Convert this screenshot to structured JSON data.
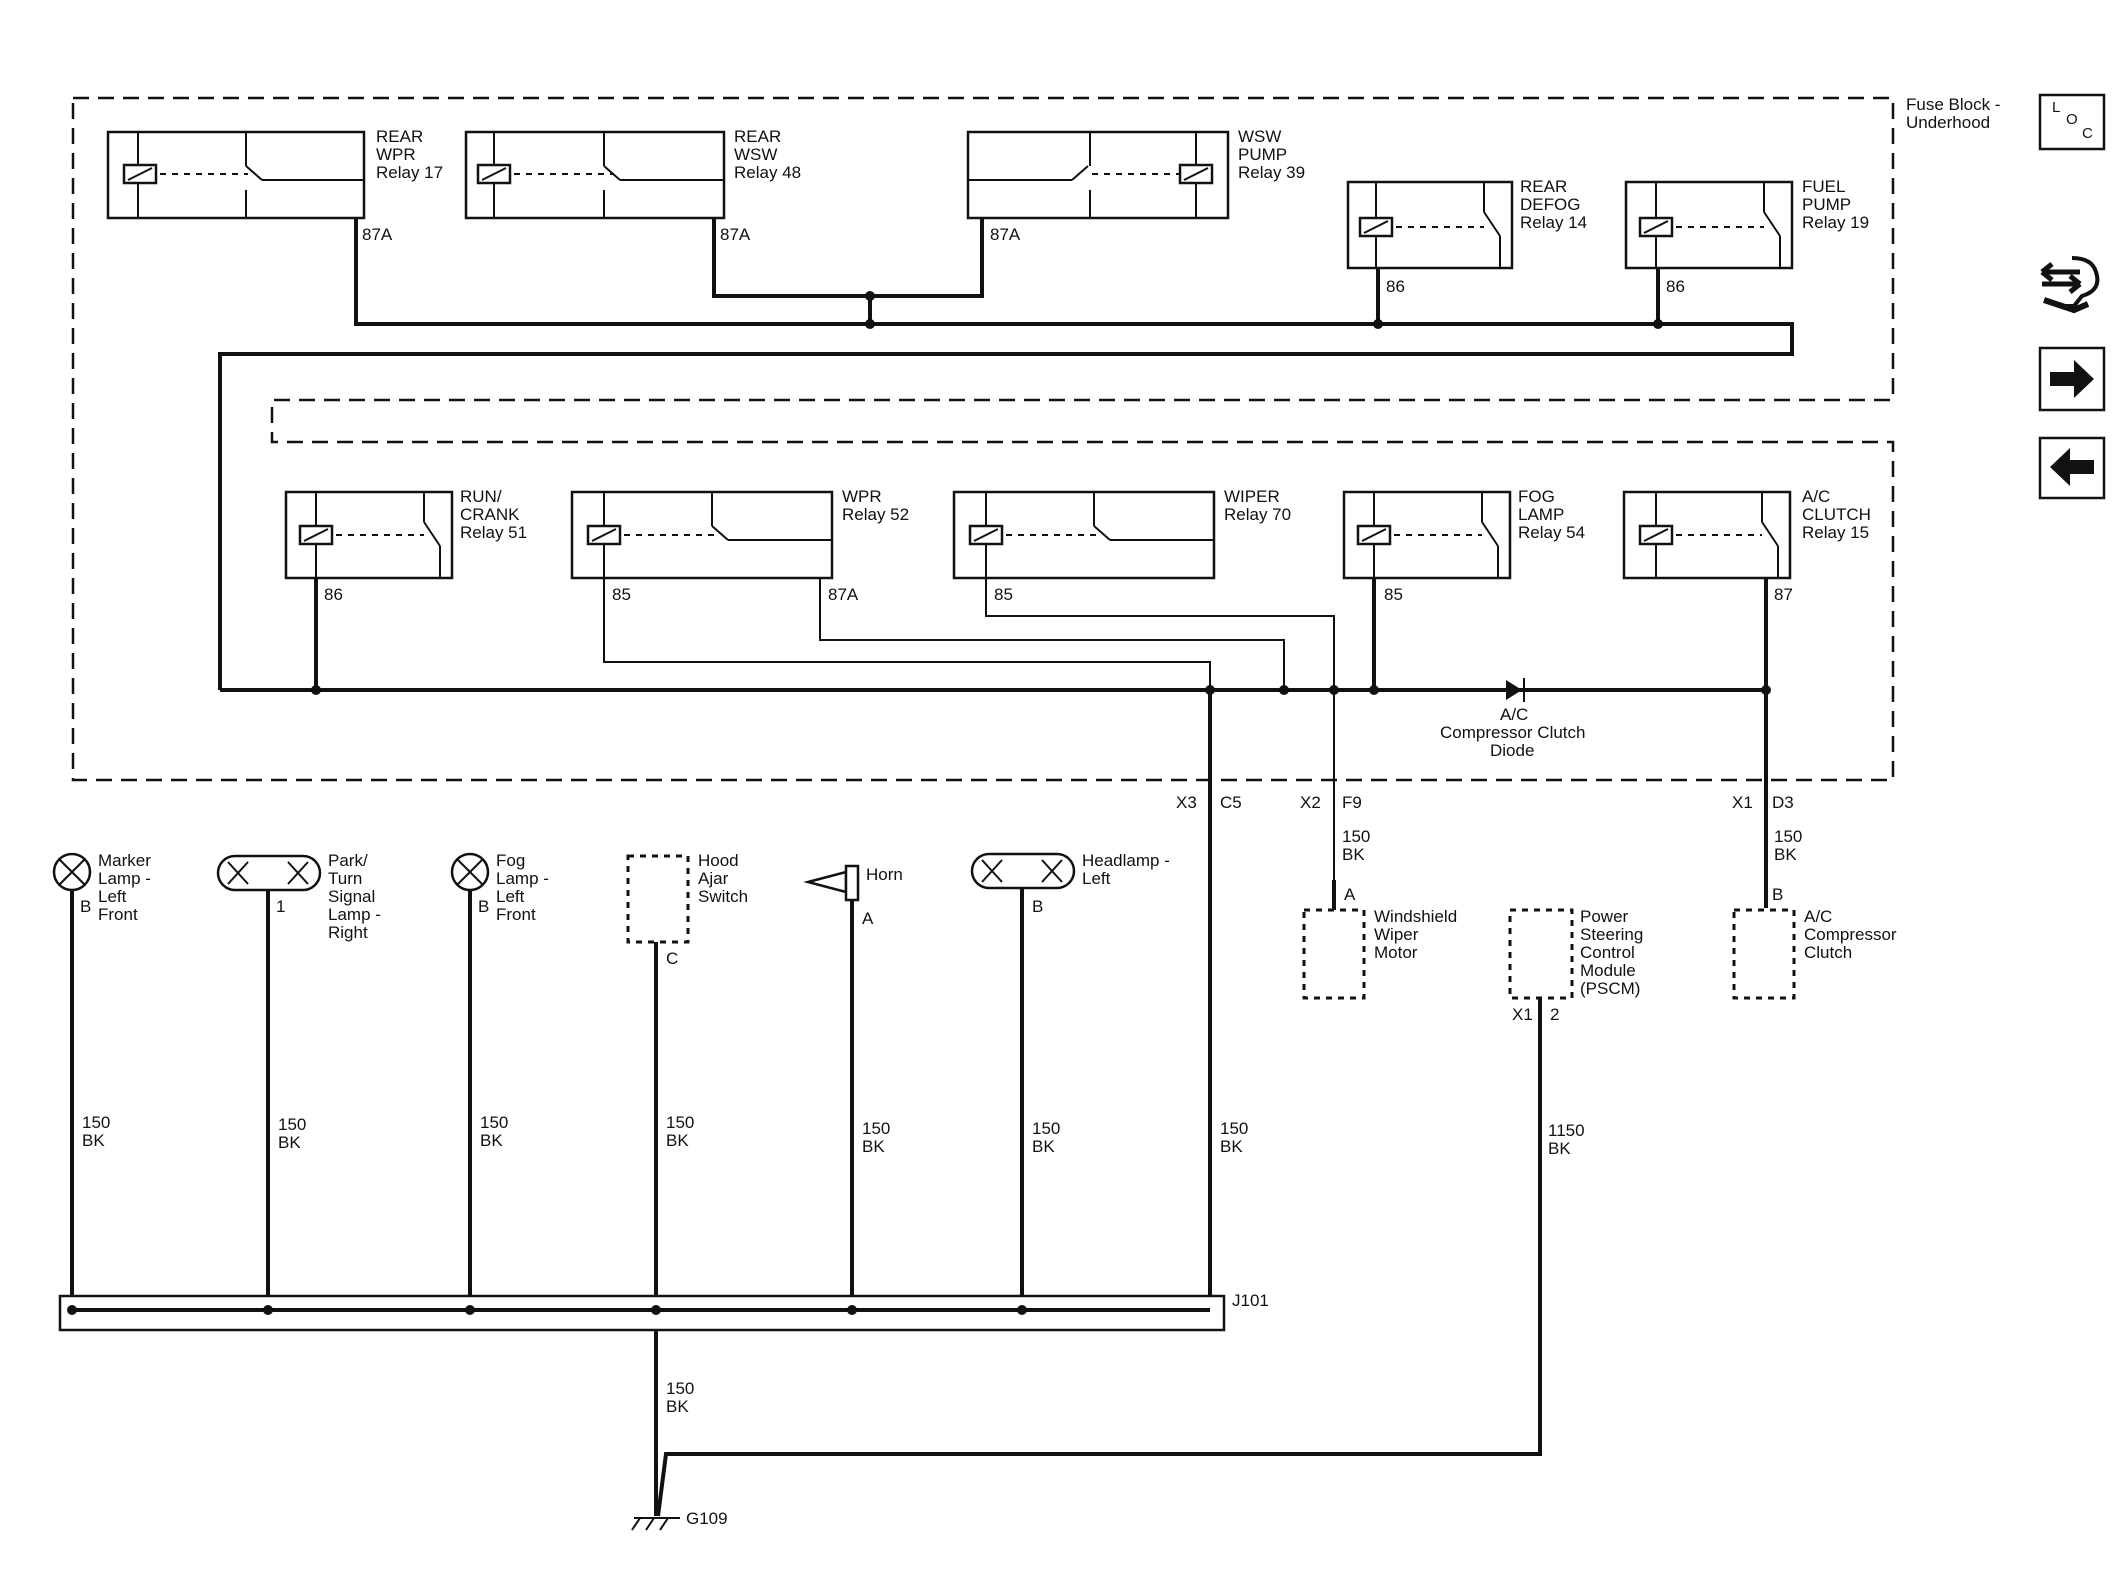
{
  "fuse_block": {
    "title_line1": "Fuse Block -",
    "title_line2": "Underhood",
    "loc_l": "L",
    "loc_o": "O",
    "loc_c": "C"
  },
  "relays": [
    {
      "id": "rear-wpr",
      "lines": [
        "REAR",
        "WPR",
        "Relay 17"
      ],
      "pin": "87A"
    },
    {
      "id": "rear-wsw",
      "lines": [
        "REAR",
        "WSW",
        "Relay 48"
      ],
      "pin": "87A"
    },
    {
      "id": "wsw-pump",
      "lines": [
        "WSW",
        "PUMP",
        "Relay 39"
      ],
      "pin": "87A"
    },
    {
      "id": "rear-defog",
      "lines": [
        "REAR",
        "DEFOG",
        "Relay 14"
      ],
      "pin": "86"
    },
    {
      "id": "fuel-pump",
      "lines": [
        "FUEL",
        "PUMP",
        "Relay 19"
      ],
      "pin": "86"
    },
    {
      "id": "run-crank",
      "lines": [
        "RUN/",
        "CRANK",
        "Relay 51"
      ],
      "pin": "86"
    },
    {
      "id": "wpr",
      "lines": [
        "WPR",
        "Relay 52"
      ],
      "pin": "85",
      "pin2": "87A"
    },
    {
      "id": "wiper",
      "lines": [
        "WIPER",
        "Relay 70"
      ],
      "pin": "85"
    },
    {
      "id": "fog-lamp",
      "lines": [
        "FOG",
        "LAMP",
        "Relay 54"
      ],
      "pin": "85"
    },
    {
      "id": "ac-clutch",
      "lines": [
        "A/C",
        "CLUTCH",
        "Relay 15"
      ],
      "pin": "87"
    }
  ],
  "diode": {
    "lines": [
      "A/C",
      "Compressor Clutch",
      "Diode"
    ]
  },
  "connectors": {
    "x3": "X3",
    "c5": "C5",
    "x2": "X2",
    "f9": "F9",
    "x1a": "X1",
    "d3": "D3",
    "x1b": "X1",
    "pin2": "2"
  },
  "wire_labels": {
    "gauge_150": "150",
    "gauge_1150": "1150",
    "color_bk": "BK"
  },
  "components": {
    "marker_lamp": {
      "lines": [
        "Marker",
        "Lamp -",
        "Left",
        "Front"
      ],
      "pin": "B"
    },
    "park_turn": {
      "lines": [
        "Park/",
        "Turn",
        "Signal",
        "Lamp -",
        "Right"
      ],
      "pin": "1"
    },
    "fog_lamp": {
      "lines": [
        "Fog",
        "Lamp -",
        "Left",
        "Front"
      ],
      "pin": "B"
    },
    "hood_ajar": {
      "lines": [
        "Hood",
        "Ajar",
        "Switch"
      ],
      "pin": "C"
    },
    "horn": {
      "lines": [
        "Horn"
      ],
      "pin": "A"
    },
    "headlamp": {
      "lines": [
        "Headlamp -",
        "Left"
      ],
      "pin": "B"
    },
    "wiper_motor": {
      "lines": [
        "Windshield",
        "Wiper",
        "Motor"
      ],
      "pin": "A"
    },
    "pscm": {
      "lines": [
        "Power",
        "Steering",
        "Control",
        "Module",
        "(PSCM)"
      ]
    },
    "ac_compressor": {
      "lines": [
        "A/C",
        "Compressor",
        "Clutch"
      ],
      "pin": "B"
    }
  },
  "splice": "J101",
  "ground": "G109",
  "nav": {
    "icon_wrench": "wrench-arrows-icon",
    "icon_next": "arrow-right-icon",
    "icon_prev": "arrow-left-icon"
  }
}
